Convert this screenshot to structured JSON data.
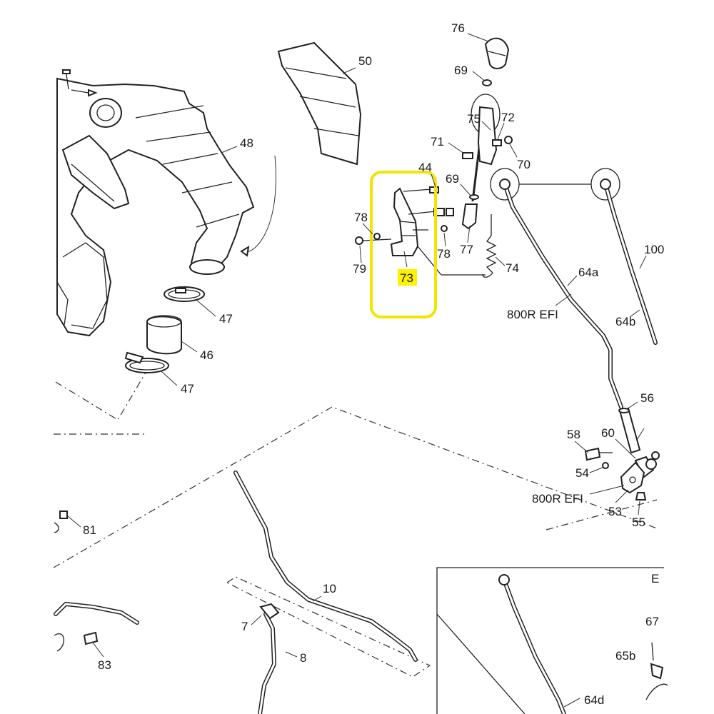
{
  "diagram": {
    "labels": {
      "p76": "76",
      "p69a": "69",
      "p50": "50",
      "p75": "75",
      "p72": "72",
      "p71": "71",
      "p70": "70",
      "p48": "48",
      "p44": "44",
      "p69b": "69",
      "p78a": "78",
      "p78b": "78",
      "p77": "77",
      "p79": "79",
      "p74": "74",
      "p73": "73",
      "p64a": "64a",
      "p100": "100",
      "p800a": "800R EFI",
      "p64b": "64b",
      "p47a": "47",
      "p46": "46",
      "p47b": "47",
      "p56": "56",
      "p58": "58",
      "p60": "60",
      "p54": "54",
      "p800b": "800R EFI",
      "p53": "53",
      "p55": "55",
      "p81": "81",
      "p10": "10",
      "p7": "7",
      "p8": "8",
      "p83": "83",
      "p67": "67",
      "p65b": "65b",
      "p64d": "64d",
      "pE": "E"
    },
    "highlight_color": "#fff200"
  }
}
